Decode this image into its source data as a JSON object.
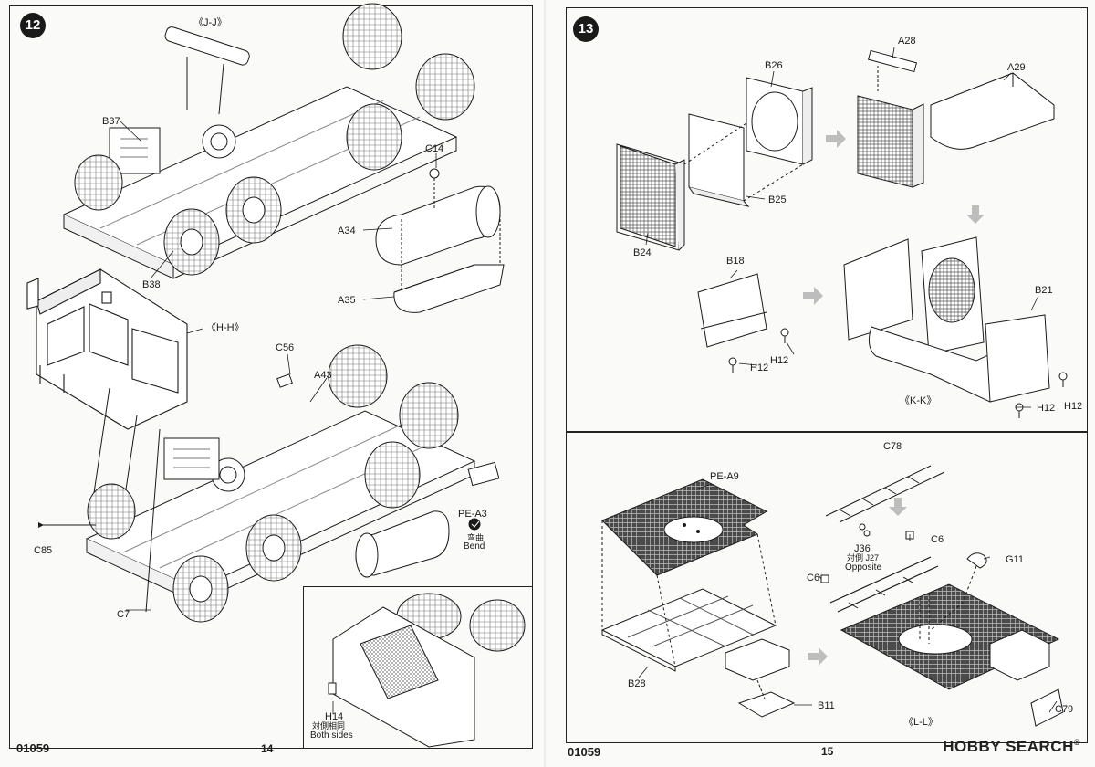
{
  "left_page": {
    "step": "12",
    "view_labels": {
      "jj": "《J-J》",
      "hh": "《H-H》"
    },
    "parts": {
      "B37": "B37",
      "C14": "C14",
      "A34": "A34",
      "B38": "B38",
      "A35": "A35",
      "C56": "C56",
      "A43": "A43",
      "PE_A3": "PE-A3",
      "bend_cn": "弯曲",
      "bend": "Bend",
      "C85": "C85",
      "C7": "C7",
      "H14": "H14",
      "both_sides_cn": "対側相同",
      "both_sides": "Both sides"
    },
    "footer": {
      "code": "01059",
      "page": "14"
    }
  },
  "right_page": {
    "step": "13",
    "view_labels": {
      "kk": "《K-K》",
      "ll": "《L-L》"
    },
    "parts": {
      "A28": "A28",
      "B26": "B26",
      "A29": "A29",
      "B25": "B25",
      "B24": "B24",
      "B18": "B18",
      "H12": "H12",
      "B21": "B21",
      "C78": "C78",
      "PE_A9": "PE-A9",
      "J36": "J36",
      "J27_opp_cn": "対側 J27",
      "opposite": "Opposite",
      "C6": "C6",
      "G11": "G11",
      "B28": "B28",
      "B11": "B11",
      "C79": "C79"
    },
    "footer": {
      "code": "01059",
      "page": "15"
    }
  },
  "watermark": {
    "brand": "HOBBY SEARCH",
    "reg": "®"
  },
  "colors": {
    "line": "#1a1a1a",
    "paper": "#fafaf8",
    "grid": "#555555",
    "arrow": "#bdbdbd"
  }
}
